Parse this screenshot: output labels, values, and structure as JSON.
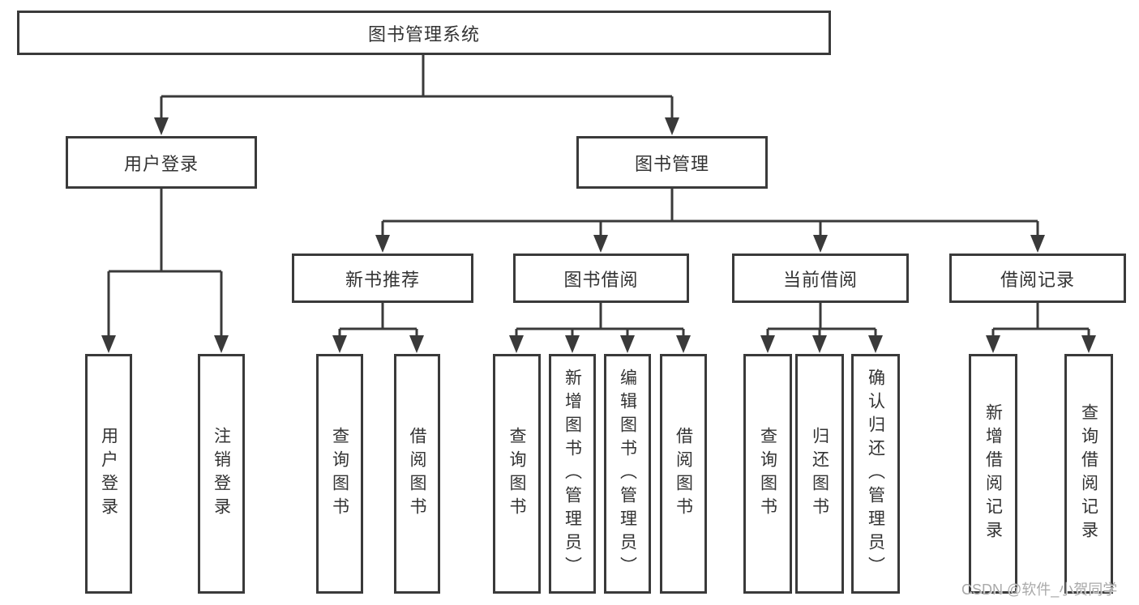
{
  "tree": {
    "label": "图书管理系统",
    "children": [
      {
        "label": "用户登录",
        "children": [
          {
            "label": "用户登录"
          },
          {
            "label": "注销登录"
          }
        ]
      },
      {
        "label": "图书管理",
        "children": [
          {
            "label": "新书推荐",
            "children": [
              {
                "label": "查询图书"
              },
              {
                "label": "借阅图书"
              }
            ]
          },
          {
            "label": "图书借阅",
            "children": [
              {
                "label": "查询图书"
              },
              {
                "label": "新增图书（管理员）"
              },
              {
                "label": "编辑图书（管理员）"
              },
              {
                "label": "借阅图书"
              }
            ]
          },
          {
            "label": "当前借阅",
            "children": [
              {
                "label": "查询图书"
              },
              {
                "label": "归还图书"
              },
              {
                "label": "确认归还（管理员）"
              }
            ]
          },
          {
            "label": "借阅记录",
            "children": [
              {
                "label": "新增借阅记录"
              },
              {
                "label": "查询借阅记录"
              }
            ]
          }
        ]
      }
    ]
  },
  "watermark": {
    "text": "CSDN @软件_小贺同学"
  },
  "colors": {
    "line": "#3a3a3a",
    "text": "#333333",
    "watermark": "#a9a9a9",
    "background": "#ffffff"
  }
}
